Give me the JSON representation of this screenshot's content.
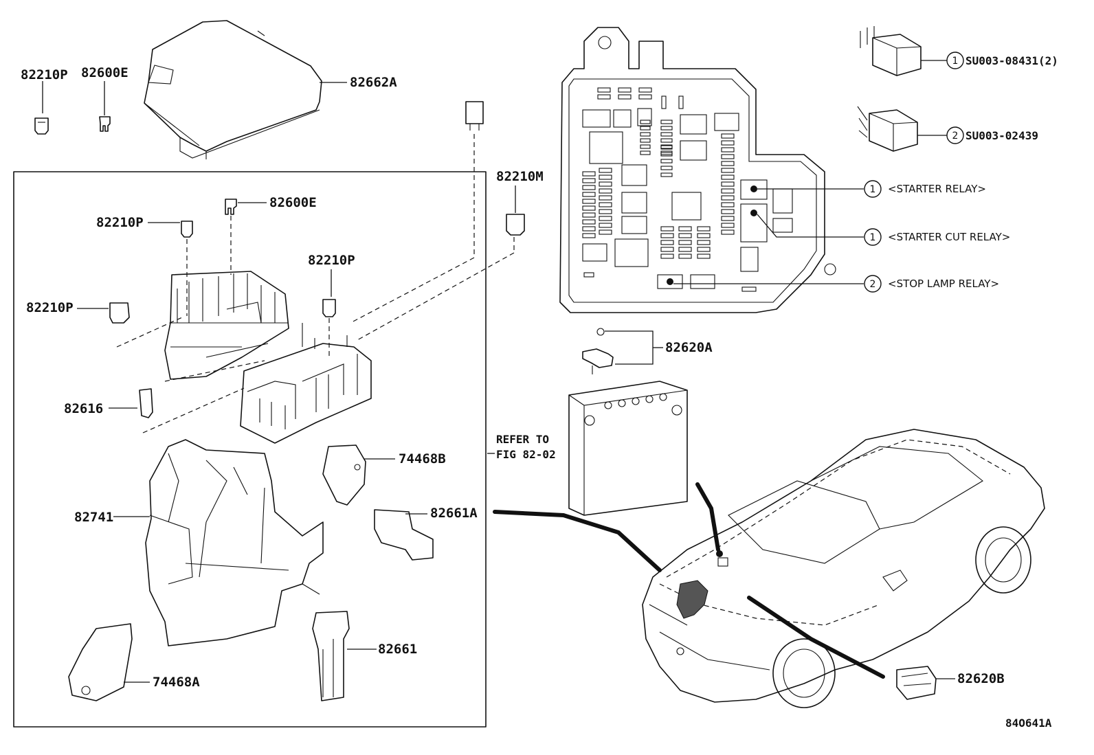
{
  "part_labels": {
    "p82210P_top": "82210P",
    "p82600E_top": "82600E",
    "p82662A": "82662A",
    "p82600E_in": "82600E",
    "p82210P_in1": "82210P",
    "p82210M": "82210M",
    "p82210P_in2": "82210P",
    "p82210P_in3": "82210P",
    "p82616": "82616",
    "p74468B": "74468B",
    "p82661A": "82661A",
    "p82741": "82741",
    "p82661": "82661",
    "p74468A": "74468A",
    "p82620A": "82620A",
    "p82620B": "82620B"
  },
  "refer": {
    "line1": "REFER TO",
    "line2": "FIG 82-02"
  },
  "relay_parts": [
    {
      "num": "1",
      "code": "SU003-08431(2)"
    },
    {
      "num": "2",
      "code": "SU003-02439"
    }
  ],
  "relay_callouts": [
    {
      "num": "1",
      "text": "<STARTER RELAY>"
    },
    {
      "num": "1",
      "text": "<STARTER CUT RELAY>"
    },
    {
      "num": "2",
      "text": "<STOP LAMP RELAY>"
    }
  ],
  "figure_id": "84O641A"
}
